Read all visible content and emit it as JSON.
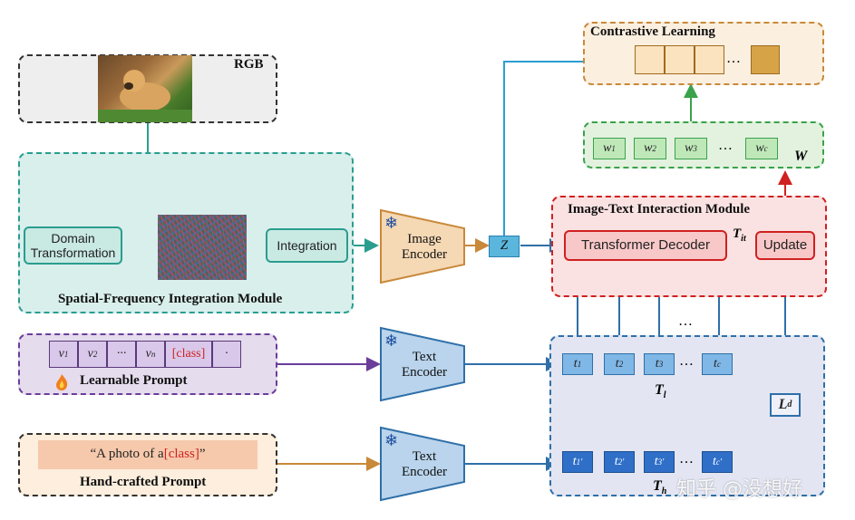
{
  "rgb": {
    "label": "RGB"
  },
  "sfim": {
    "title": "Spatial-Frequency Integration Module",
    "domain_transformation": "Domain\nTransformation",
    "integration": "Integration"
  },
  "image_encoder": {
    "label": "Image\nEncoder"
  },
  "z_label": "Z",
  "itim": {
    "title": "Image-Text Interaction Module",
    "decoder": "Transformer Decoder",
    "t_it": "T",
    "t_it_sub": "it",
    "update": "Update",
    "ellipsis": "…"
  },
  "contrastive": {
    "title": "Contrastive Learning",
    "ellipsis": "…"
  },
  "w_row": {
    "tokens": [
      "w",
      "w",
      "w",
      "w"
    ],
    "subs": [
      "1",
      "2",
      "3",
      "c"
    ],
    "ellipsis": "…",
    "label": "W"
  },
  "learnable": {
    "title": "Learnable Prompt",
    "tokens": [
      "v",
      "v",
      "···",
      "v"
    ],
    "subs": [
      "1",
      "2",
      "",
      "n"
    ],
    "class_token": "[class]",
    "end_token": "·"
  },
  "handcrafted": {
    "title": "Hand-crafted Prompt",
    "text_before": "“A photo of a ",
    "class_token": "[class]",
    "text_after": "”"
  },
  "text_encoder_1": {
    "label": "Text\nEncoder"
  },
  "text_encoder_2": {
    "label": "Text\nEncoder"
  },
  "t_l_row": {
    "tokens": [
      "t",
      "t",
      "t",
      "t"
    ],
    "subs": [
      "1",
      "2",
      "3",
      "c"
    ],
    "ellipsis": "…",
    "label": "T",
    "label_sub": "l"
  },
  "t_h_row": {
    "tokens": [
      "t",
      "t",
      "t",
      "t"
    ],
    "subs": [
      "1",
      "2",
      "3",
      "c"
    ],
    "prime": "′",
    "ellipsis": "…",
    "label": "T",
    "label_sub": "h"
  },
  "loss": {
    "label": "L",
    "sub": "d"
  },
  "watermark": "知乎 @没想好",
  "colors": {
    "teal": "#2a9d8f",
    "purple": "#6a3d9a",
    "orange": "#c8893a",
    "blue": "#2f6fa8",
    "red": "#d02020",
    "green": "#3aa24a"
  }
}
